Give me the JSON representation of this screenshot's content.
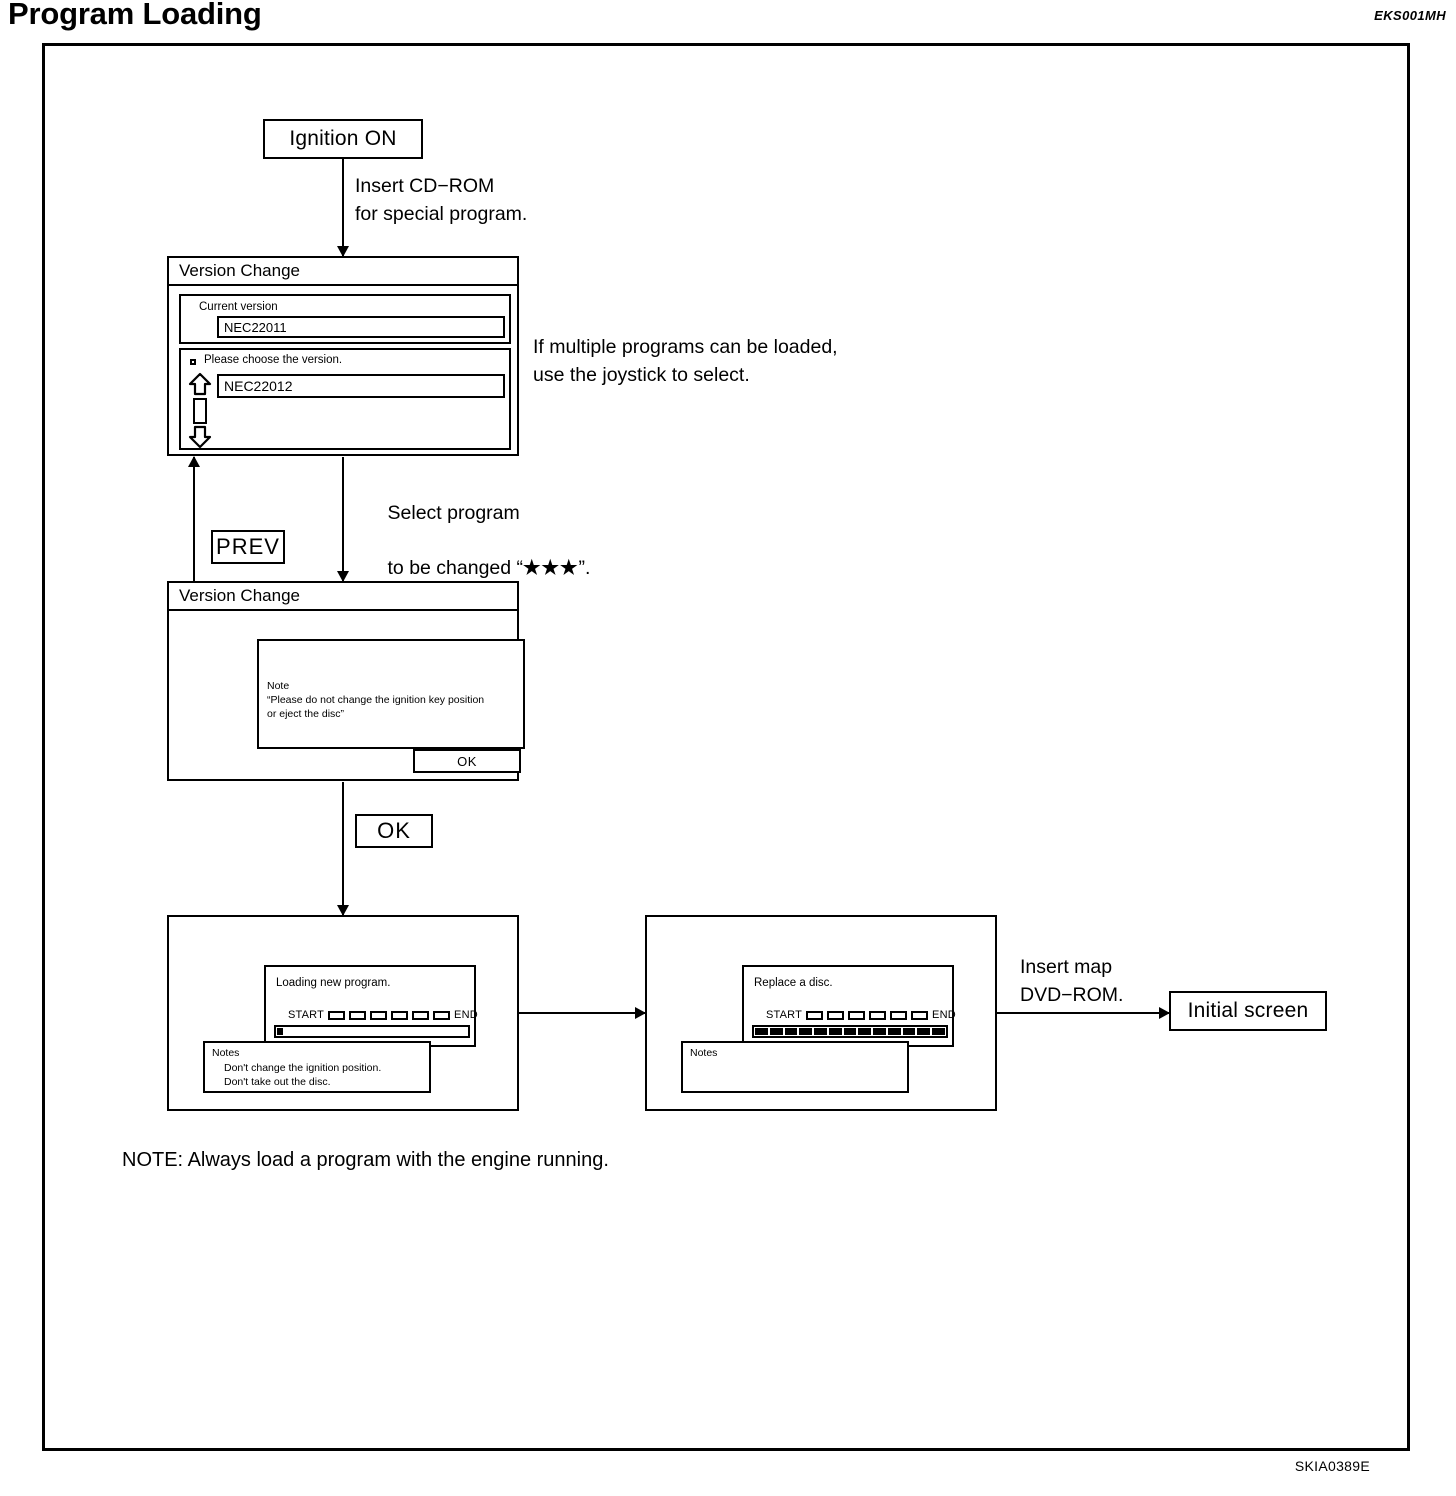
{
  "header": {
    "title": "Program Loading",
    "doc_code": "EKS001MH",
    "figure_code": "SKIA0389E"
  },
  "flow": {
    "start_node": "Ignition ON",
    "edge_insert_cdrom": "Insert CD−ROM\nfor special program.",
    "annotation_joystick": "If multiple programs can be loaded,\nuse the joystick to select.",
    "edge_select_program_line1": "Select program",
    "edge_select_program_line2_pre": "to be changed “",
    "edge_select_program_stars": "★★★",
    "edge_select_program_line2_post": "”.",
    "prev_button": "PREV",
    "ok_button": "OK",
    "edge_insert_map": "Insert map\nDVD−ROM.",
    "end_node": "Initial screen",
    "footer_note": "NOTE: Always load a program with the engine running."
  },
  "screen1": {
    "title": "Version Change",
    "current_version_label": "Current version",
    "current_version_value": "NEC22011",
    "choose_prompt": "Please choose the version.",
    "choice_value": "NEC22012",
    "scroll_up_icon": "scroll-up-arrow",
    "scroll_down_icon": "scroll-down-arrow"
  },
  "screen2": {
    "title": "Version Change",
    "note_heading": "Note",
    "note_body": "“Please do not change the ignition key position\nor eject the disc”",
    "ok_label": "OK"
  },
  "screen3": {
    "message": "Loading new program.",
    "progress_start_label": "START",
    "progress_end_label": "END",
    "progress_segments": 6,
    "progress_fill_percent": 3,
    "notes_heading": "Notes",
    "notes_lines": "Don't change the ignition position.\nDon't take out the disc.",
    "progress_blocks": 0
  },
  "screen4": {
    "message": "Replace a disc.",
    "progress_start_label": "START",
    "progress_end_label": "END",
    "progress_segments": 6,
    "progress_blocks": 13,
    "notes_heading": "Notes",
    "notes_lines": ""
  },
  "colors": {
    "ink": "#000000",
    "paper": "#ffffff"
  }
}
